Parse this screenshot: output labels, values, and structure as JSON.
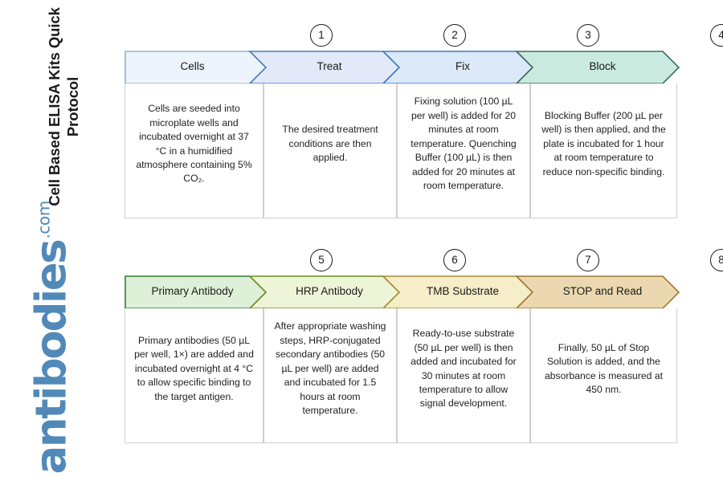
{
  "page": {
    "title": "Cell Based ELISA Kits Quick Protocol",
    "background": "#ffffff"
  },
  "brand": {
    "name": "antibodies",
    "tld": ".com",
    "color": "#5189b8"
  },
  "flow": {
    "rows": [
      {
        "id": "row-1",
        "steps": [
          {
            "number": "1",
            "label": "Cells",
            "description": "Cells are seeded into microplate wells and incubated overnight at 37 °C in a humidified atmosphere containing 5% CO₂.",
            "fill": "#eef4fb",
            "stroke": "#8fb4d4"
          },
          {
            "number": "2",
            "label": "Treat",
            "description": "The desired treatment conditions are then applied.",
            "fill": "#e3e9f8",
            "stroke": "#4a7fbe"
          },
          {
            "number": "3",
            "label": "Fix",
            "description": "Fixing solution (100 µL per well) is added for 20 minutes at room temperature. Quenching Buffer (100 µL) is then added for 20 minutes at room temperature.",
            "fill": "#dbe9f8",
            "stroke": "#3f7cb8"
          },
          {
            "number": "4",
            "label": "Block",
            "description": "Blocking Buffer (200 µL per well) is then applied, and the plate is incubated for 1 hour at room temperature to reduce non-specific binding.",
            "fill": "#cbeadf",
            "stroke": "#3c6b63"
          }
        ]
      },
      {
        "id": "row-2",
        "steps": [
          {
            "number": "5",
            "label": "Primary Antibody",
            "description": "Primary antibodies (50 µL per well, 1×) are added and incubated overnight at 4 °C to allow specific binding to the target antigen.",
            "fill": "#dff0d8",
            "stroke": "#2f7d32"
          },
          {
            "number": "6",
            "label": "HRP Antibody",
            "description": "After appropriate washing steps, HRP-conjugated secondary antibodies (50 µL per well) are added and incubated for 1.5 hours at room temperature.",
            "fill": "#edf4d7",
            "stroke": "#6f8c23"
          },
          {
            "number": "7",
            "label": "TMB Substrate",
            "description": "Ready-to-use substrate (50 µL per well) is then added and incubated for 30 minutes at room temperature to allow signal development.",
            "fill": "#f6eec8",
            "stroke": "#a98b36"
          },
          {
            "number": "8",
            "label": "STOP and Read",
            "description": "Finally, 50 µL of Stop Solution is added, and the absorbance is measured at 450 nm.",
            "fill": "#ecd8b0",
            "stroke": "#9c7a31"
          }
        ]
      }
    ]
  }
}
